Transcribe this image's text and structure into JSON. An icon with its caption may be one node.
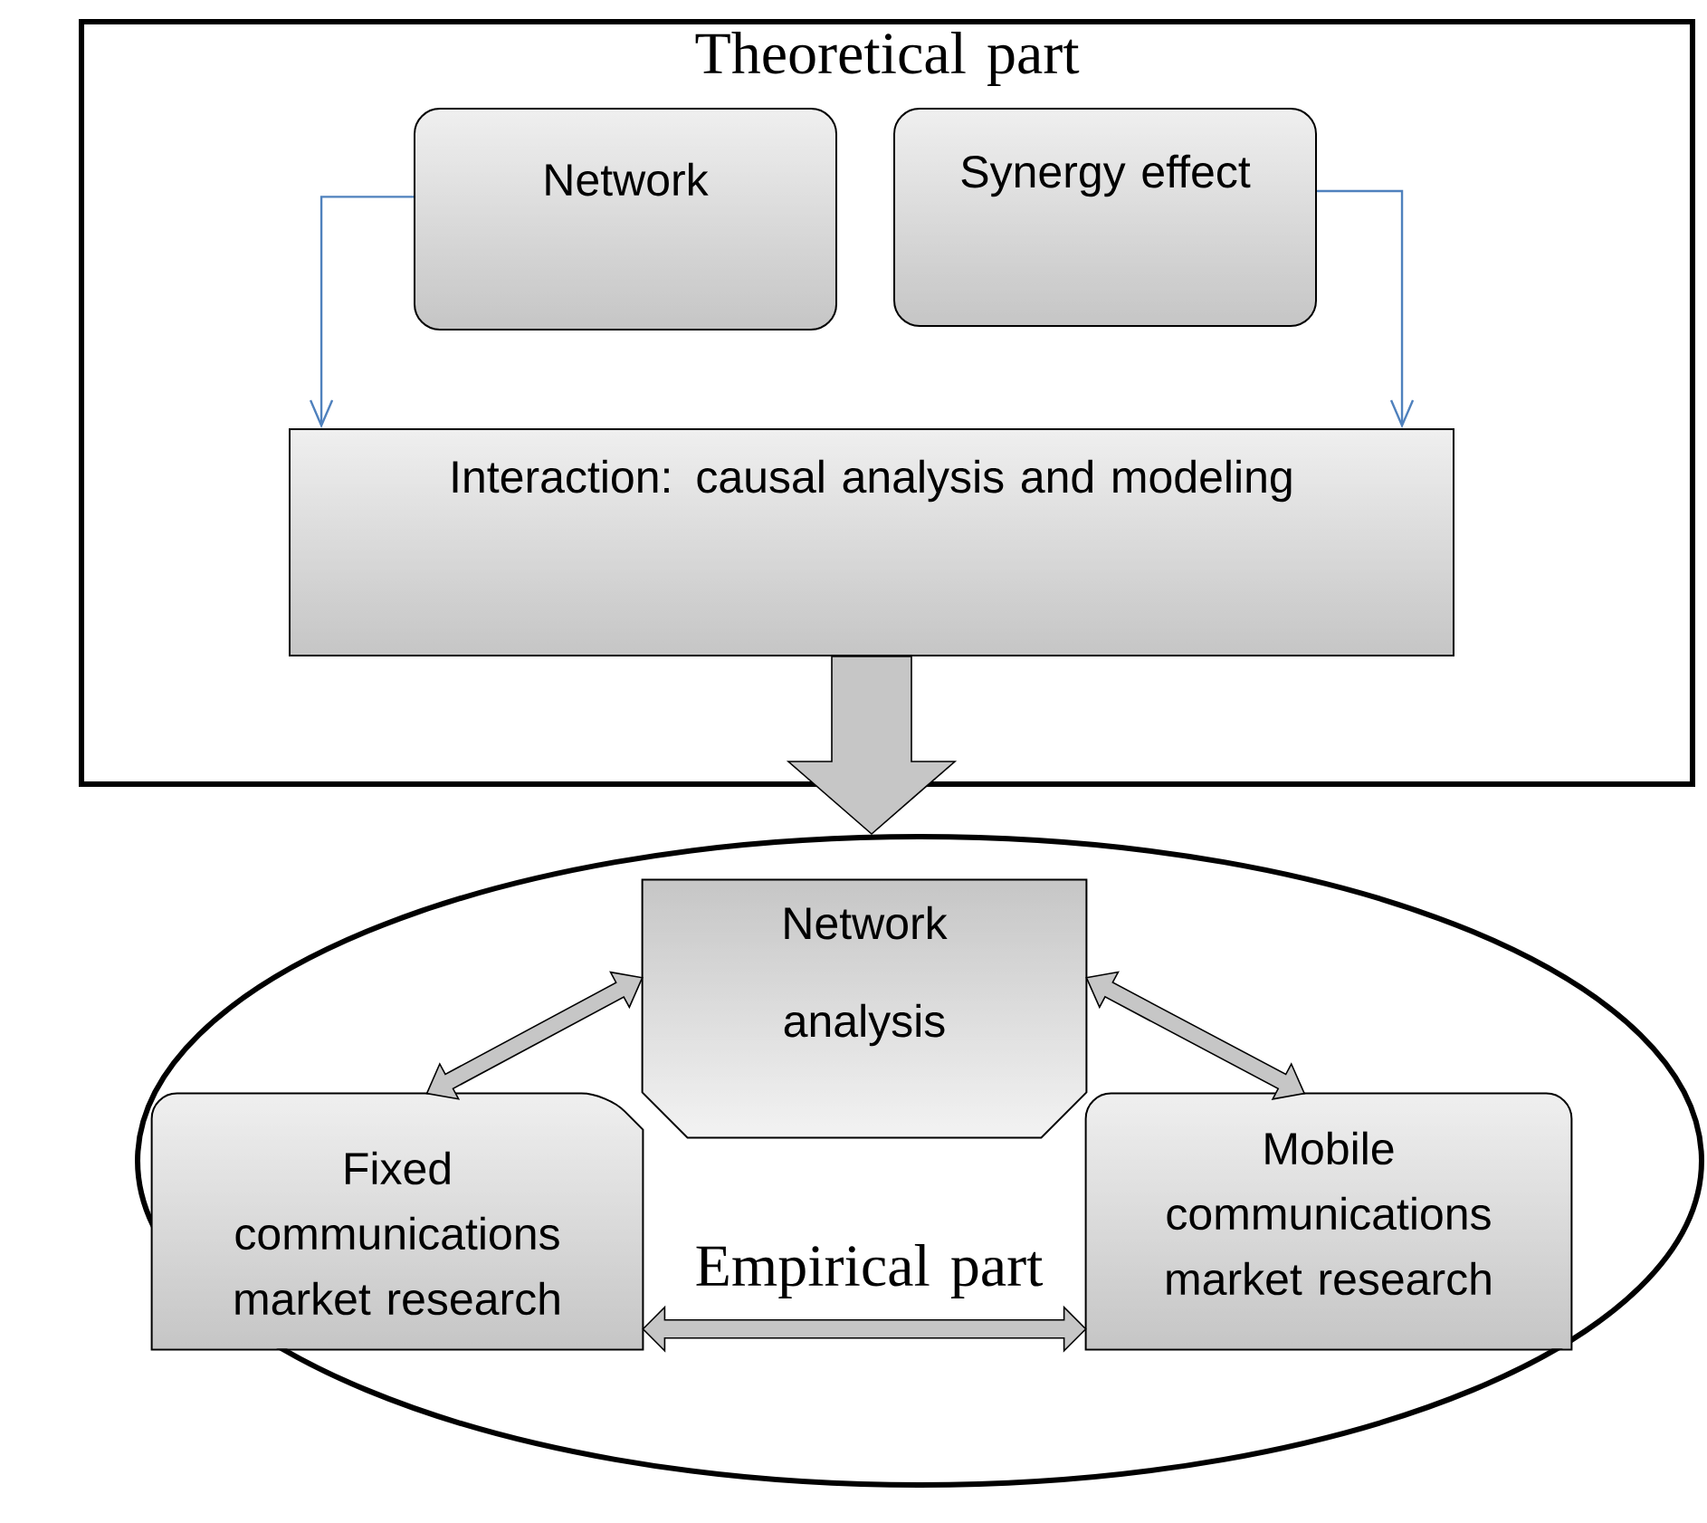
{
  "diagram": {
    "nodes": [
      {
        "text": [
          "Theoretical part"
        ]
      },
      {
        "text": [
          "Network"
        ],
        "in": 0
      },
      {
        "text": [
          "Synergy effect"
        ],
        "in": 0
      },
      {
        "text": [
          "Interaction: causal analysis and modeling"
        ],
        "in": 0
      },
      {
        "text": [
          "Empirical part"
        ]
      },
      {
        "text": [
          "Network analysis"
        ],
        "in": 4
      },
      {
        "text": [
          "Fixed communications market research"
        ],
        "in": 4
      },
      {
        "text": [
          "Mobile communications market research"
        ],
        "in": 4
      }
    ],
    "edges": [
      {
        "from": 1,
        "to": 3,
        "arrow": "to",
        "color": "#4f81bd"
      },
      {
        "from": 2,
        "to": 3,
        "arrow": "to",
        "color": "#4f81bd"
      },
      {
        "from": 3,
        "to": 4,
        "arrow": "to",
        "style": "thick"
      },
      {
        "from": 6,
        "to": 5,
        "arrow": "both",
        "style": "thick"
      },
      {
        "from": 5,
        "to": 7,
        "arrow": "both",
        "style": "thick"
      },
      {
        "from": 6,
        "to": 7,
        "arrow": "both",
        "style": "thick"
      }
    ]
  }
}
